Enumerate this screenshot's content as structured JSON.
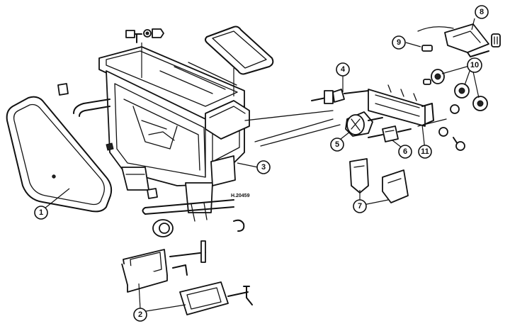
{
  "figure_ref": "H.20459",
  "callouts": [
    "1",
    "2",
    "3",
    "4",
    "5",
    "6",
    "7",
    "8",
    "9",
    "10",
    "11"
  ],
  "icons": {
    "gasket": "gasket-seal-icon",
    "heater_box": "heater-housing-icon",
    "flap": "flap-valve-icon",
    "switch": "control-switch-icon",
    "motor": "motor-icon",
    "knob": "knob-icon",
    "bracket": "bracket-icon",
    "bolt": "bolt-icon"
  },
  "colors": {
    "line": "#111111",
    "background": "#ffffff"
  }
}
